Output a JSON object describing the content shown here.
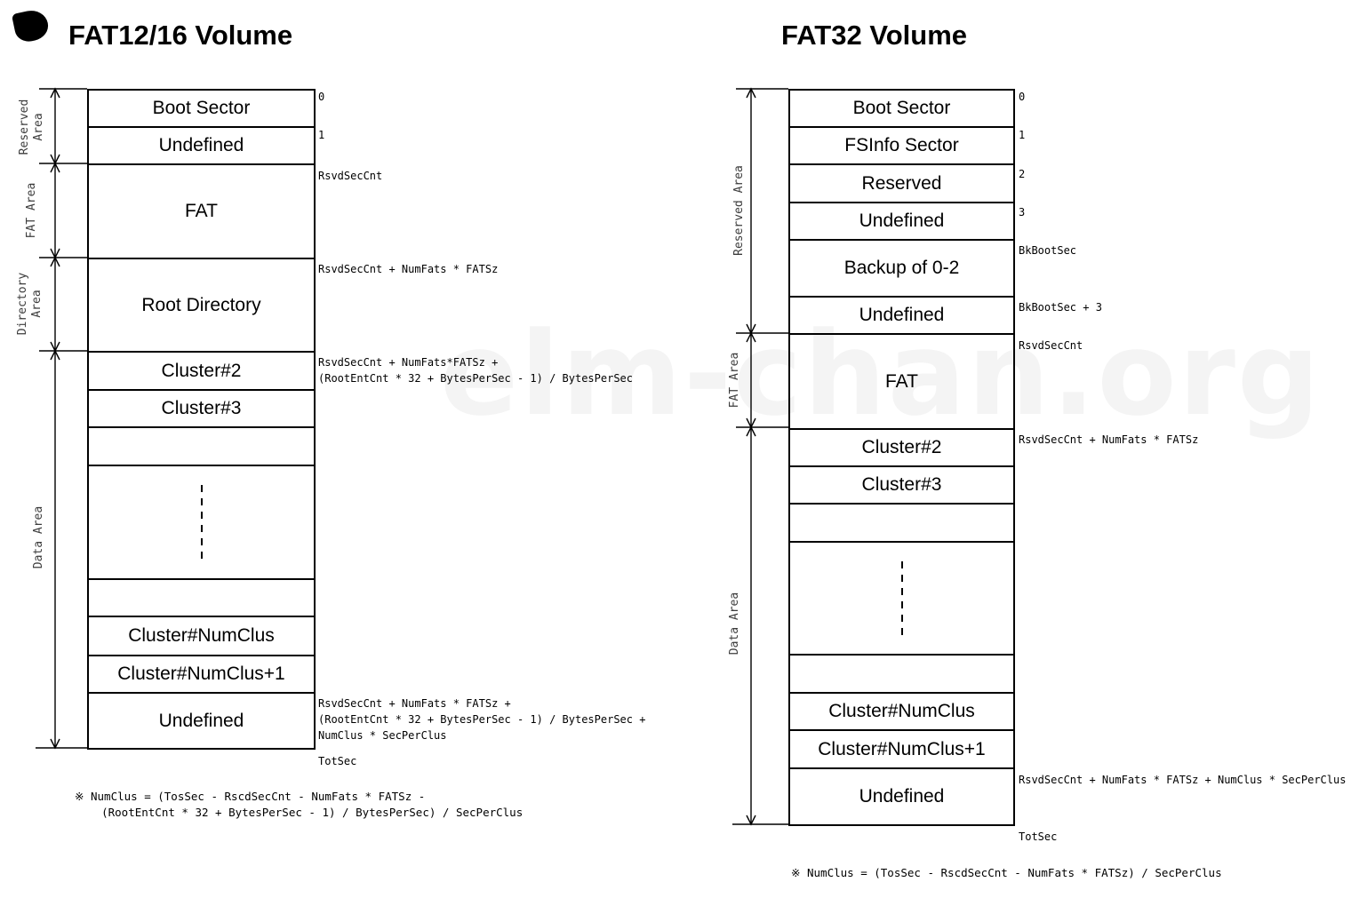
{
  "watermark": "elm-chan.org",
  "left": {
    "title": "FAT12/16 Volume",
    "areas": [
      {
        "label": "Reserved\nArea"
      },
      {
        "label": "FAT Area"
      },
      {
        "label": "Directory\nArea"
      },
      {
        "label": "Data Area"
      }
    ],
    "rows": [
      {
        "label": "Boot Sector"
      },
      {
        "label": "Undefined"
      },
      {
        "label": "FAT"
      },
      {
        "label": "Root Directory"
      },
      {
        "label": "Cluster#2"
      },
      {
        "label": "Cluster#3"
      },
      {
        "label": ""
      },
      {
        "label": ""
      },
      {
        "label": ""
      },
      {
        "label": "Cluster#NumClus"
      },
      {
        "label": "Cluster#NumClus+1"
      },
      {
        "label": "Undefined"
      }
    ],
    "offsets": [
      {
        "label": "0"
      },
      {
        "label": "1"
      },
      {
        "label": "RsvdSecCnt"
      },
      {
        "label": "RsvdSecCnt + NumFats * FATSz"
      },
      {
        "label": "RsvdSecCnt + NumFats*FATSz +\n(RootEntCnt * 32 + BytesPerSec - 1) / BytesPerSec"
      },
      {
        "label": "RsvdSecCnt + NumFats * FATSz +\n(RootEntCnt * 32 + BytesPerSec - 1) / BytesPerSec +\nNumClus * SecPerClus"
      },
      {
        "label": "TotSec"
      }
    ],
    "note": "※ NumClus = (TosSec - RscdSecCnt - NumFats * FATSz -\n    (RootEntCnt * 32 + BytesPerSec - 1) / BytesPerSec) / SecPerClus"
  },
  "right": {
    "title": "FAT32 Volume",
    "areas": [
      {
        "label": "Reserved Area"
      },
      {
        "label": "FAT Area"
      },
      {
        "label": "Data Area"
      }
    ],
    "rows": [
      {
        "label": "Boot Sector"
      },
      {
        "label": "FSInfo Sector"
      },
      {
        "label": "Reserved"
      },
      {
        "label": "Undefined"
      },
      {
        "label": "Backup of 0-2"
      },
      {
        "label": "Undefined"
      },
      {
        "label": "FAT"
      },
      {
        "label": "Cluster#2"
      },
      {
        "label": "Cluster#3"
      },
      {
        "label": ""
      },
      {
        "label": ""
      },
      {
        "label": ""
      },
      {
        "label": "Cluster#NumClus"
      },
      {
        "label": "Cluster#NumClus+1"
      },
      {
        "label": "Undefined"
      }
    ],
    "offsets": [
      {
        "label": "0"
      },
      {
        "label": "1"
      },
      {
        "label": "2"
      },
      {
        "label": "3"
      },
      {
        "label": "BkBootSec"
      },
      {
        "label": "BkBootSec + 3"
      },
      {
        "label": "RsvdSecCnt"
      },
      {
        "label": "RsvdSecCnt + NumFats * FATSz"
      },
      {
        "label": "RsvdSecCnt + NumFats * FATSz + NumClus * SecPerClus"
      },
      {
        "label": "TotSec"
      }
    ],
    "note": "※ NumClus = (TosSec - RscdSecCnt - NumFats * FATSz) / SecPerClus"
  }
}
